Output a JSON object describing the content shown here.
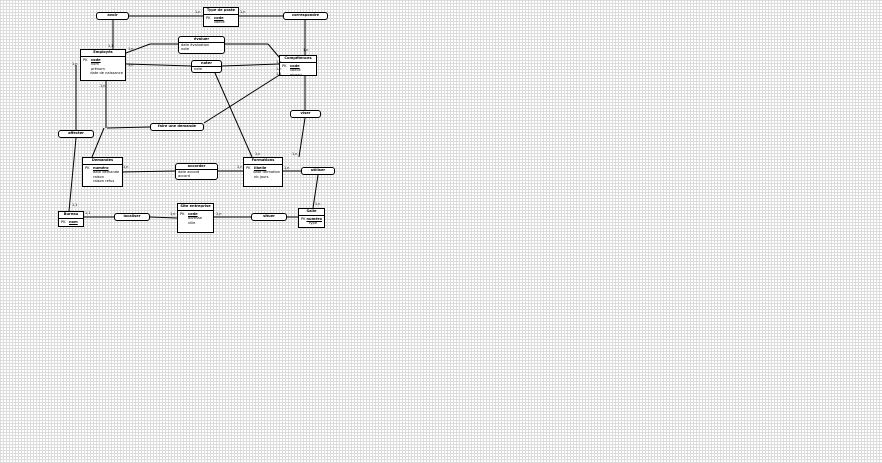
{
  "entities": [
    {
      "id": "type-de-poste",
      "title": "Type de poste",
      "attrs": [
        {
          "key": "PK",
          "name": "code",
          "pk": true
        },
        {
          "key": "",
          "name": "libelle",
          "pk": false
        }
      ]
    },
    {
      "id": "employes",
      "title": "Employés",
      "attrs": [
        {
          "key": "PK",
          "name": "code",
          "pk": true
        },
        {
          "key": "",
          "name": "nom",
          "pk": false
        },
        {
          "key": "",
          "name": "prénom",
          "pk": false
        },
        {
          "key": "",
          "name": "date de naissance",
          "pk": false
        }
      ]
    },
    {
      "id": "competences",
      "title": "Compétences",
      "attrs": [
        {
          "key": "PK",
          "name": "code",
          "pk": true
        },
        {
          "key": "",
          "name": "libelle",
          "pk": false
        },
        {
          "key": "",
          "name": "niveau",
          "pk": false
        }
      ]
    },
    {
      "id": "demandes",
      "title": "Demandes",
      "attrs": [
        {
          "key": "PK",
          "name": "numéro",
          "pk": true
        },
        {
          "key": "",
          "name": "date demande",
          "pk": false
        },
        {
          "key": "",
          "name": "raison",
          "pk": false
        },
        {
          "key": "",
          "name": "raison refus",
          "pk": false
        }
      ]
    },
    {
      "id": "formations",
      "title": "Formations",
      "attrs": [
        {
          "key": "PK",
          "name": "libelle",
          "pk": true
        },
        {
          "key": "",
          "name": "date formation",
          "pk": false
        },
        {
          "key": "",
          "name": "nb jours",
          "pk": false
        }
      ]
    },
    {
      "id": "bureau",
      "title": "Bureau",
      "attrs": [
        {
          "key": "PK",
          "name": "nom",
          "pk": true
        }
      ]
    },
    {
      "id": "site-entreprise",
      "title": "Site entreprise",
      "attrs": [
        {
          "key": "PK",
          "name": "code",
          "pk": true
        },
        {
          "key": "",
          "name": "adresse",
          "pk": false
        },
        {
          "key": "",
          "name": "ville",
          "pk": false
        }
      ]
    },
    {
      "id": "salle",
      "title": "Salle",
      "attrs": [
        {
          "key": "PK",
          "name": "numéro",
          "pk": true
        },
        {
          "key": "",
          "name": "type",
          "pk": false
        }
      ]
    }
  ],
  "relations": [
    {
      "id": "avoir",
      "title": "avoir",
      "attrs": []
    },
    {
      "id": "correspondre",
      "title": "correspondre",
      "attrs": []
    },
    {
      "id": "evaluer",
      "title": "évaluer",
      "attrs": [
        "date évaluation",
        "note"
      ]
    },
    {
      "id": "noter",
      "title": "noter",
      "attrs": [
        "note"
      ]
    },
    {
      "id": "viser",
      "title": "viser",
      "attrs": []
    },
    {
      "id": "faire-une-demande",
      "title": "faire une demande",
      "attrs": []
    },
    {
      "id": "affecter",
      "title": "affecter",
      "attrs": []
    },
    {
      "id": "accorder",
      "title": "accorder",
      "attrs": [
        "date accord",
        "accord"
      ]
    },
    {
      "id": "utiliser",
      "title": "utiliser",
      "attrs": []
    },
    {
      "id": "localiser",
      "title": "localiser",
      "attrs": []
    },
    {
      "id": "situer",
      "title": "situer",
      "attrs": []
    }
  ],
  "cardinalities": [
    "1,n",
    "1,n",
    "1,1",
    "1,n",
    "1,n",
    "1,n",
    "1,n",
    "1,n",
    "1,n",
    "1,1",
    "1,n",
    "1,n",
    "1,1",
    "1,n",
    "1,n",
    "1,n",
    "1,n",
    "1,n",
    "1,1",
    "1,n",
    "1,n"
  ]
}
